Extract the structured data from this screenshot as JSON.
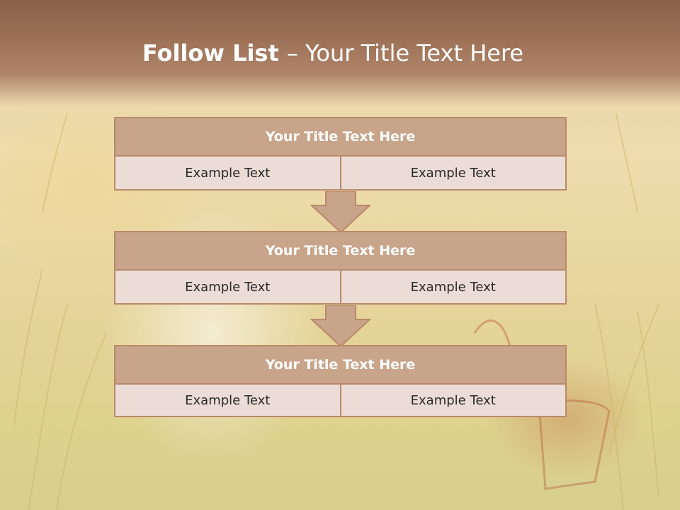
{
  "slide": {
    "title_bold": "Follow List ",
    "title_rest": " – Your Title Text Here"
  },
  "blocks": [
    {
      "title": "Your Title Text Here",
      "cells": [
        "Example Text",
        "Example Text"
      ]
    },
    {
      "title": "Your Title Text Here",
      "cells": [
        "Example Text",
        "Example Text"
      ]
    },
    {
      "title": "Your Title Text Here",
      "cells": [
        "Example Text",
        "Example Text"
      ]
    }
  ],
  "colors": {
    "header": "#9b7055",
    "block_title_fill": "#c8a48b",
    "block_border": "#b9896b",
    "cell_fill": "#ecdcd6",
    "arrow_fill": "#c8a48b"
  }
}
